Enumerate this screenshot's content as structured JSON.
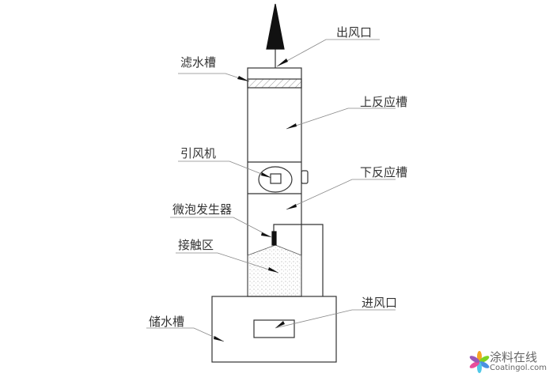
{
  "labels": {
    "outlet": "出风口",
    "filter_tank": "滤水槽",
    "upper_reactor": "上反应槽",
    "fan": "引风机",
    "lower_reactor": "下反应槽",
    "microbubble_generator": "微泡发生器",
    "contact_zone": "接触区",
    "inlet": "进风口",
    "water_tank": "储水槽"
  },
  "watermark": {
    "cn": "涂料在线",
    "en": "Coatingol.com"
  },
  "colors": {
    "line": "#333333",
    "label": "#333333",
    "leader": "#888888"
  }
}
